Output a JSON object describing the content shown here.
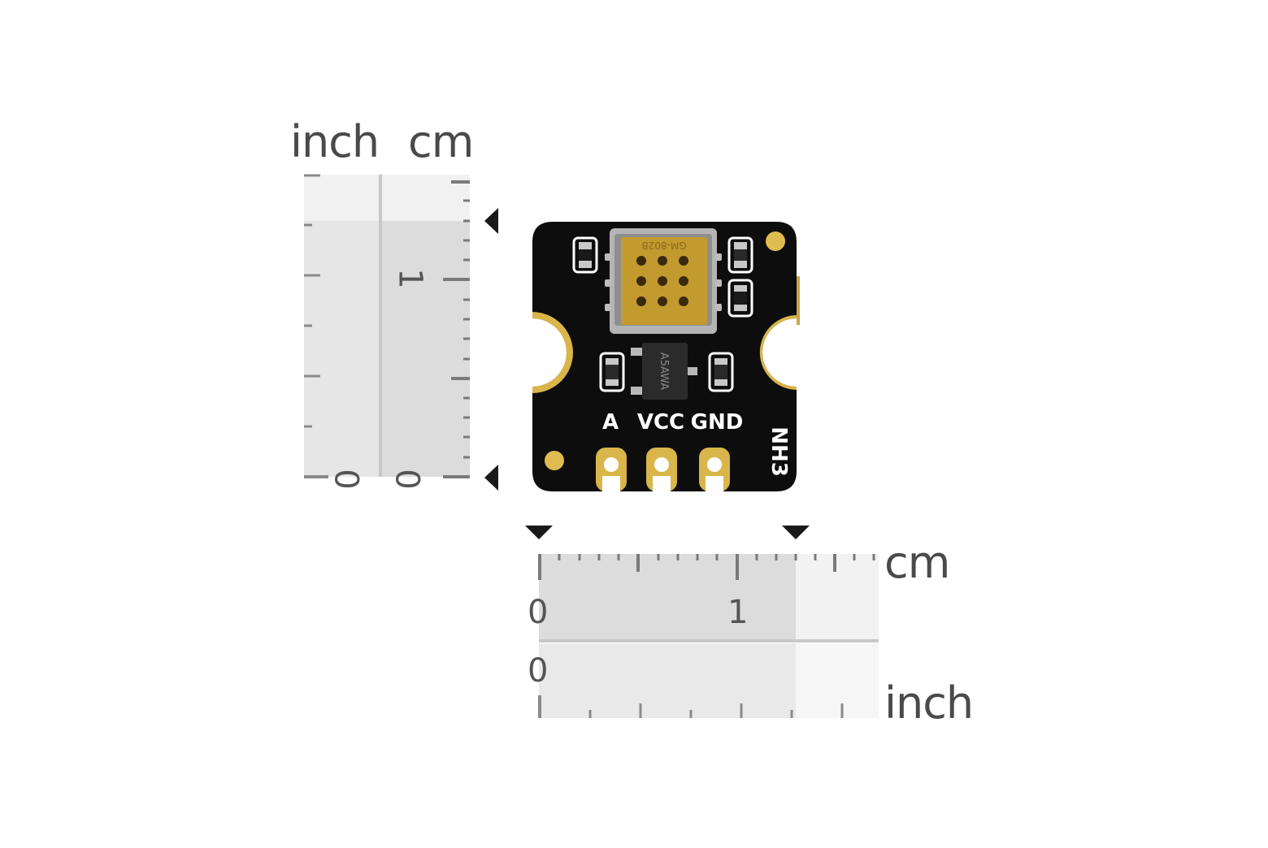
{
  "labels": {
    "vertical_inch_unit": "inch",
    "vertical_cm_unit": "cm",
    "vertical_inch_zero": "0",
    "vertical_cm_zero": "0",
    "vertical_cm_one": "1",
    "horizontal_cm_unit": "cm",
    "horizontal_cm_zero": "0",
    "horizontal_cm_one": "1",
    "horizontal_inch_zero": "0",
    "horizontal_inch_unit": "inch"
  },
  "board": {
    "pin_a": "A",
    "pin_vcc": "VCC",
    "pin_gnd": "GND",
    "gas_type": "NH3",
    "sensor_marking": "GM-802B",
    "chip_marking": "A5AWA"
  },
  "colors": {
    "background": "#ffffff",
    "pcb": "#0d0d0d",
    "gold": "#d9b54a",
    "ruler_shade": "#dcdcdc",
    "ruler_light": "#ececec",
    "tick": "#6e6e6e",
    "marker": "#1a1a1a"
  }
}
